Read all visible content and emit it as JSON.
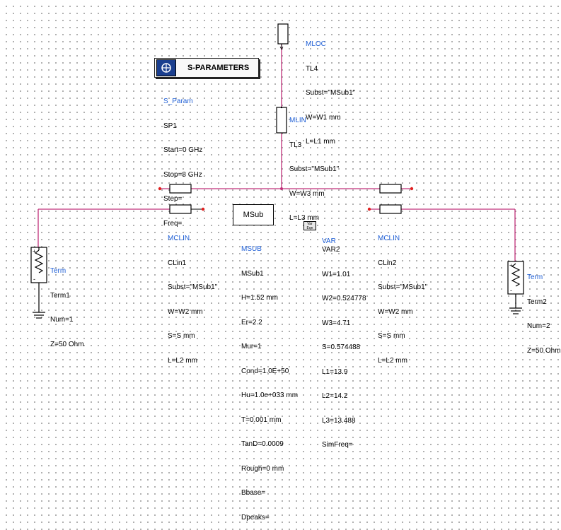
{
  "sparams": {
    "button_label": "S-PARAMETERS",
    "type": "S_Param",
    "name": "SP1",
    "start": "Start=0 GHz",
    "stop": "Stop=8 GHz",
    "step": "Step=",
    "freq": "Freq="
  },
  "tl4": {
    "type": "MLOC",
    "name": "TL4",
    "subst": "Subst=\"MSub1\"",
    "w": "W=W1 mm",
    "l": "L=L1 mm"
  },
  "tl3": {
    "type": "MLIN",
    "name": "TL3",
    "subst": "Subst=\"MSub1\"",
    "w": "W=W3 mm",
    "l": "L=L3 mm"
  },
  "clin1": {
    "type": "MCLIN",
    "name": "CLin1",
    "subst": "Subst=\"MSub1\"",
    "w": "W=W2 mm",
    "s": "S=S mm",
    "l": "L=L2 mm"
  },
  "clin2": {
    "type": "MCLIN",
    "name": "CLin2",
    "subst": "Subst=\"MSub1\"",
    "w": "W=W2 mm",
    "s": "S=S mm",
    "l": "L=L2 mm"
  },
  "msub": {
    "box_label": "MSub",
    "type": "MSUB",
    "name": "MSub1",
    "params": [
      "H=1.52 mm",
      "Er=2.2",
      "Mur=1",
      "Cond=1.0E+50",
      "Hu=1.0e+033 mm",
      "T=0.001 mm",
      "TanD=0.0009",
      "Rough=0 mm",
      "Bbase=",
      "Dpeaks="
    ]
  },
  "var": {
    "icon_label": "Var Eqn",
    "type": "VAR",
    "name": "VAR2",
    "params": [
      "W1=1.01",
      "W2=0.524778",
      "W3=4.71",
      "S=0.574488",
      "L1=13.9",
      "L2=14.2",
      "L3=13.488",
      "SimFreq="
    ]
  },
  "term1": {
    "type": "Term",
    "name": "Term1",
    "num": "Num=1",
    "z": "Z=50 Ohm"
  },
  "term2": {
    "type": "Term",
    "name": "Term2",
    "num": "Num=2",
    "z": "Z=50 Ohm"
  },
  "colors": {
    "wire": "#c0307a",
    "label": "#1f5fd6",
    "pin": "#e02020"
  }
}
